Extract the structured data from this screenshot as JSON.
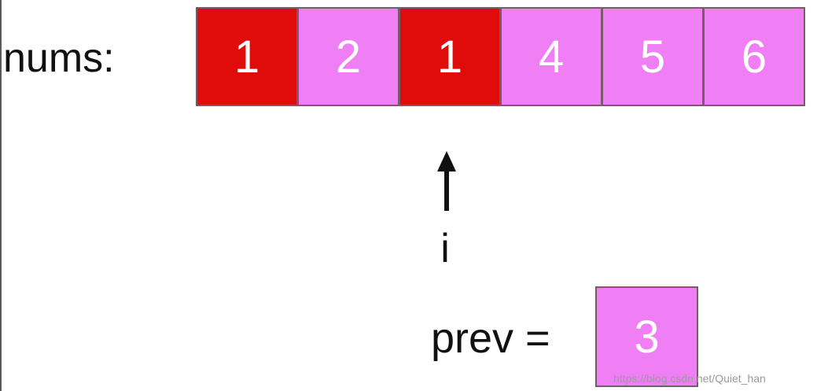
{
  "array": {
    "label": "nums:",
    "cells": [
      {
        "value": "1",
        "color": "#e00b0b"
      },
      {
        "value": "2",
        "color": "#f07ef5"
      },
      {
        "value": "1",
        "color": "#e00b0b"
      },
      {
        "value": "4",
        "color": "#f07ef5"
      },
      {
        "value": "5",
        "color": "#f07ef5"
      },
      {
        "value": "6",
        "color": "#f07ef5"
      }
    ]
  },
  "pointer": {
    "label": "i",
    "target_index": 2
  },
  "prev": {
    "label": "prev =",
    "value": "3",
    "color": "#f07ef5"
  },
  "watermark": "https://blog.csdn.net/Quiet_han",
  "colors": {
    "highlight": "#e00b0b",
    "normal": "#f07ef5",
    "border": "#7a5a6a",
    "text": "#111111"
  }
}
